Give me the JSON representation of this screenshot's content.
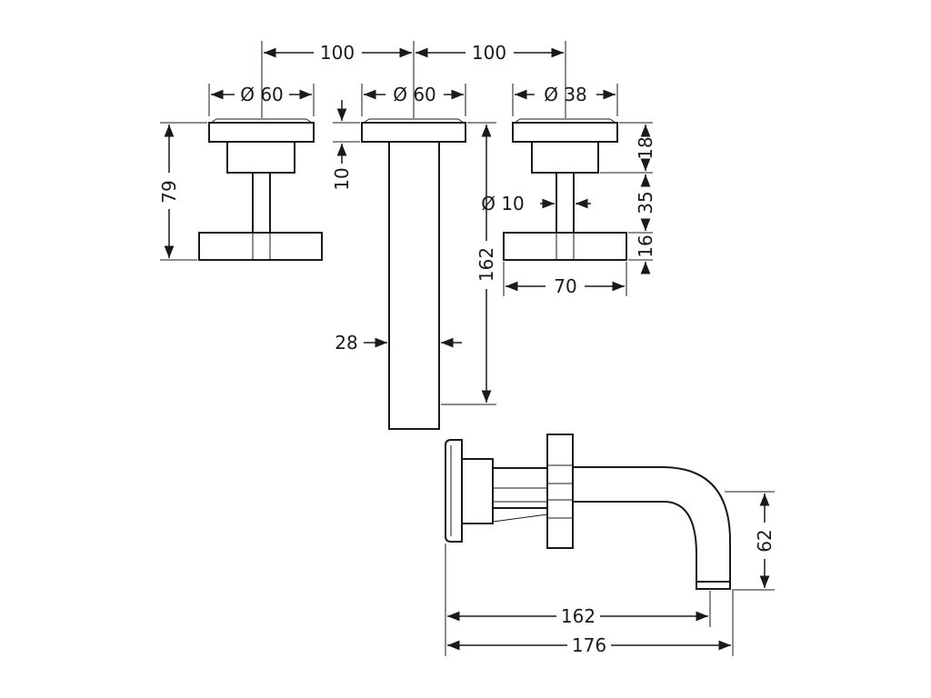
{
  "dimensions": {
    "spacing_left": "100",
    "spacing_right": "100",
    "left_handle_diameter": "Ø 60",
    "spout_rosette_diameter": "Ø 60",
    "right_handle_diameter": "Ø 38",
    "left_handle_height": "79",
    "rosette_thickness": "10",
    "spout_height": "162",
    "spout_tube_width": "28",
    "stem_diameter": "Ø 10",
    "right_top": "18",
    "right_mid": "35",
    "right_bottom": "16",
    "cross_width": "70",
    "side_height": "62",
    "side_projection": "162",
    "side_total": "176"
  },
  "colors": {
    "line": "#1a1a1a",
    "background": "#ffffff"
  }
}
